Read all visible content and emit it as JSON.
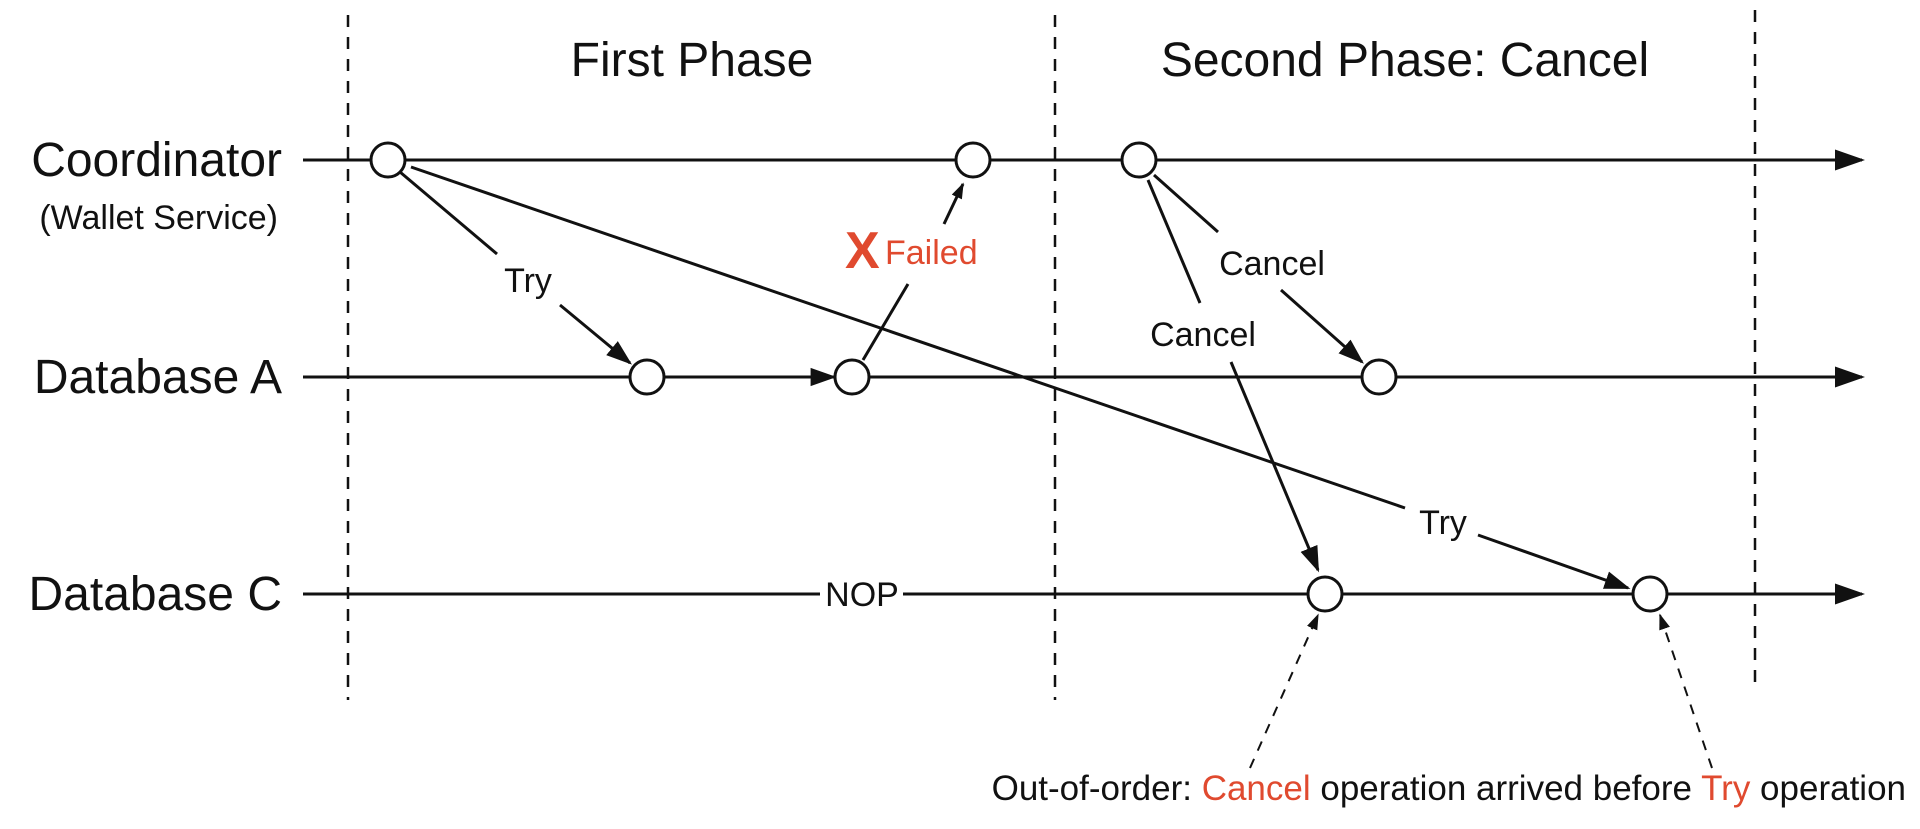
{
  "colors": {
    "ink": "#111111",
    "accent": "#e04a2f",
    "background": "#ffffff"
  },
  "phases": {
    "first": "First Phase",
    "second": "Second Phase: Cancel"
  },
  "lanes": {
    "coordinator": {
      "label": "Coordinator",
      "sublabel": "(Wallet Service)"
    },
    "database_a": {
      "label": "Database A"
    },
    "database_c": {
      "label": "Database C"
    }
  },
  "edges": {
    "try_to_a": "Try",
    "failed_mark": "X",
    "failed": "Failed",
    "cancel_to_a": "Cancel",
    "cancel_to_c": "Cancel",
    "try_to_c": "Try",
    "nop": "NOP"
  },
  "note": {
    "prefix": "Out-of-order: ",
    "cancel": "Cancel",
    "middle": " operation arrived before ",
    "try": "Try",
    "suffix": " operation"
  }
}
